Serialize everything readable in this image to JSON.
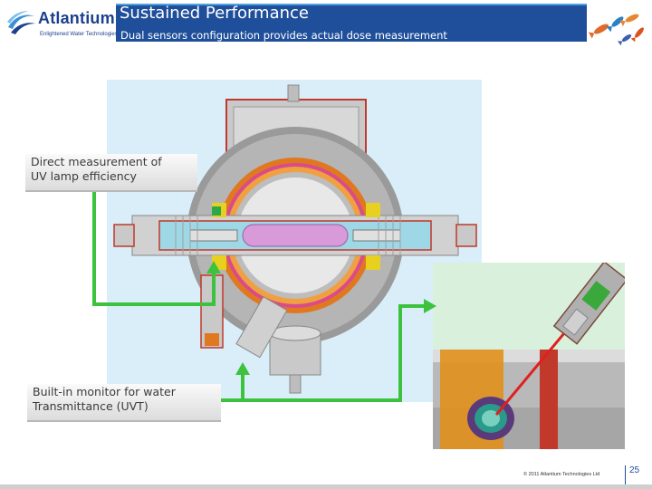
{
  "header": {
    "brand_name": "Atlantium",
    "brand_tagline": "Enlightened Water Technologies",
    "title": "Sustained Performance",
    "subtitle": "Dual sensors configuration provides actual dose measurement"
  },
  "callouts": {
    "lamp_sensor": "Direct measurement of UV lamp efficiency",
    "uvt_monitor": "Built-in monitor for water Transmittance (UVT)"
  },
  "footer": {
    "copyright": "© 2011 Atlantium Technologies Ltd",
    "page_number": "25"
  },
  "colors": {
    "title_bar": "#1f4f9a",
    "arrow_green": "#3cc23c",
    "brand_blue": "#1d3f8f"
  }
}
